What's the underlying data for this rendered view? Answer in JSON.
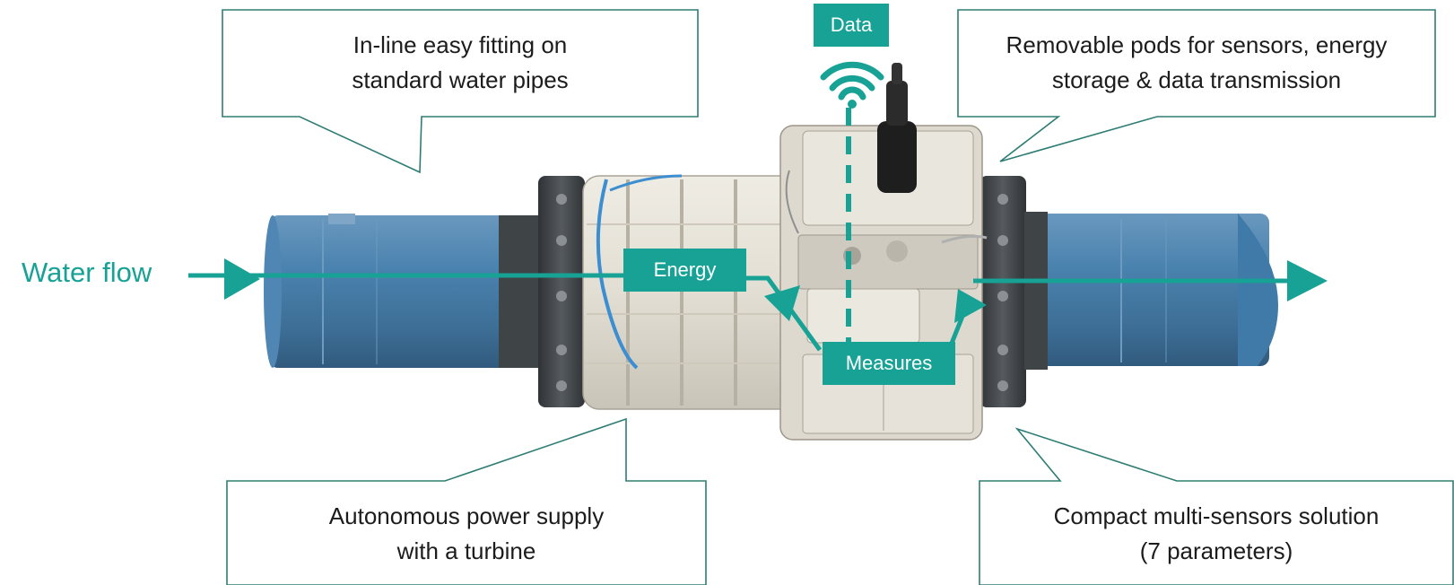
{
  "callouts": {
    "inline_fitting": "In-line easy fitting on\nstandard water pipes",
    "removable_pods": "Removable pods for sensors, energy\nstorage & data transmission",
    "power_supply": "Autonomous power supply\nwith a turbine",
    "multi_sensors": "Compact multi-sensors solution\n(7 parameters)"
  },
  "labels": {
    "water_flow": "Water flow",
    "data": "Data",
    "energy": "Energy",
    "measures": "Measures"
  },
  "icons": {
    "wifi": "wifi-icon",
    "flow_arrow": "arrow-right-icon"
  },
  "colors": {
    "accent": "#17a295",
    "pipe_blue": "#2f6b99",
    "device_body": "#e4e0d6",
    "flange": "#3d4145",
    "callout_border": "#2e7d74"
  }
}
